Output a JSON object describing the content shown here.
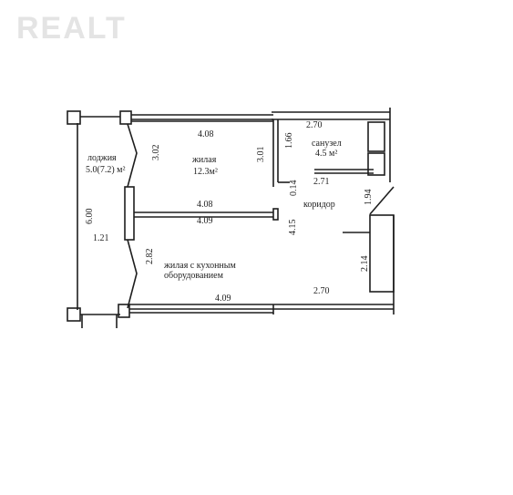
{
  "watermark": "REALT",
  "rooms": {
    "loggia_name": "лоджия",
    "loggia_area": "5.0(7.2) м²",
    "living_name": "жилая",
    "living_area": "12.3м²",
    "bath_name": "санузел",
    "bath_area": "4.5 м²",
    "corridor_name": "коридор",
    "kitchen_line1": "жилая с кухонным",
    "kitchen_line2": "оборудованием"
  },
  "dimensions": {
    "top_408": "4.08",
    "top_270": "2.70",
    "d_302": "3.02",
    "d_301": "3.01",
    "d_166": "1.66",
    "d_271": "2.71",
    "d_014": "0.14",
    "mid_408": "4.08",
    "mid_409": "4.09",
    "d_194": "1.94",
    "d_415": "4.15",
    "d_600": "6.00",
    "d_121": "1.21",
    "d_282": "2.82",
    "d_214": "2.14",
    "bot_409": "4.09",
    "bot_270": "2.70"
  }
}
